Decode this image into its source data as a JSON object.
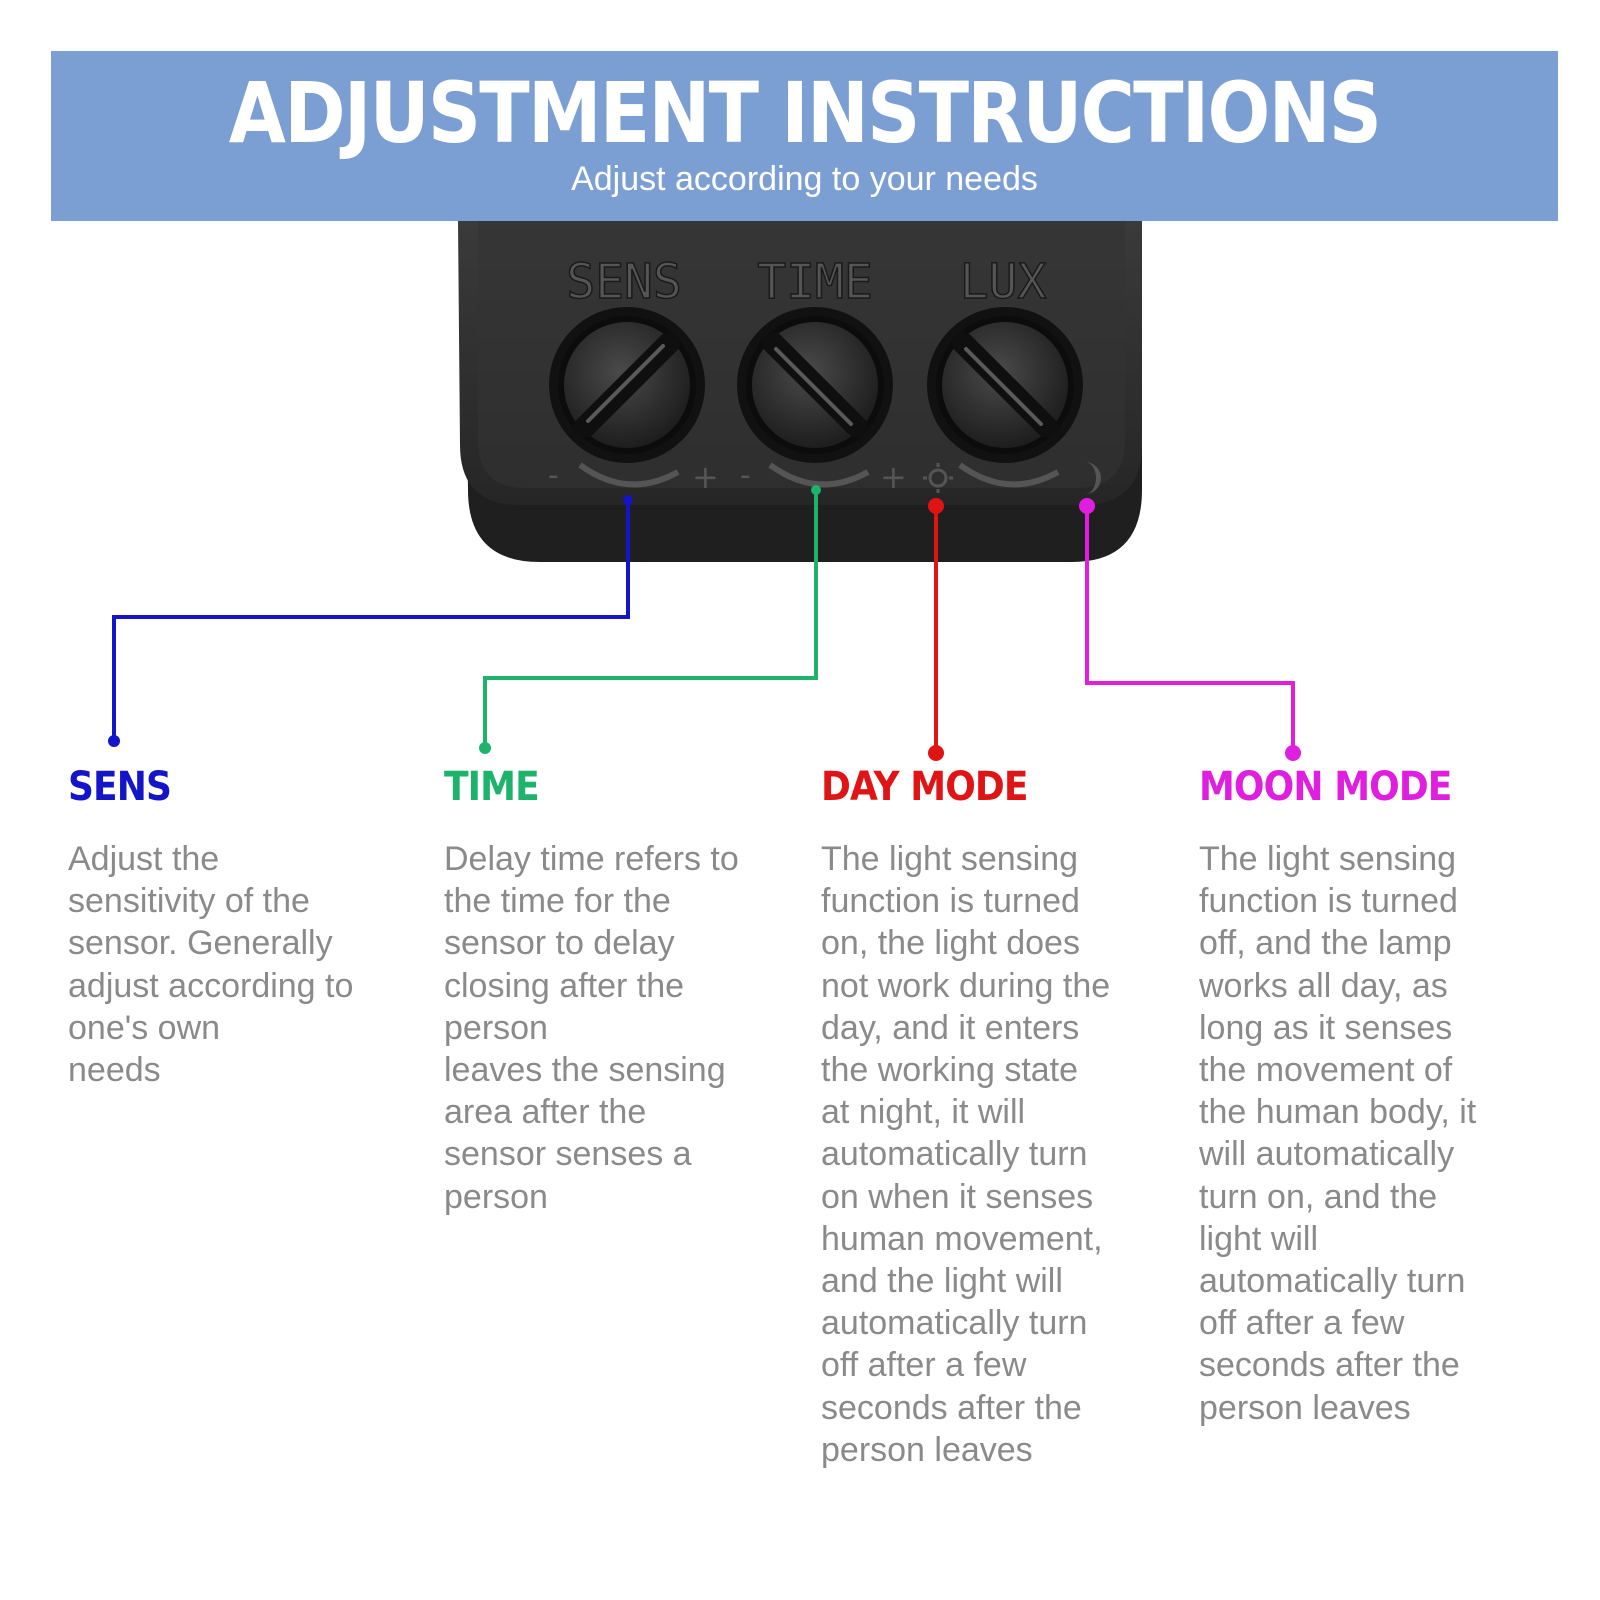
{
  "banner": {
    "title": "ADJUSTMENT INSTRUCTIONS",
    "subtitle": "Adjust according to your needs",
    "color": "#7c9fd3"
  },
  "device": {
    "labels": [
      "SENS",
      "TIME",
      "LUX"
    ],
    "markings": [
      "-",
      "+",
      "-",
      "+",
      "sun-icon",
      "moon-icon"
    ],
    "body_color": "#2a2a2a"
  },
  "sections": [
    {
      "heading": "SENS",
      "color": "#1414c8",
      "body": "Adjust the\nsensitivity of the\nsensor. Generally\nadjust according to\none's own\nneeds"
    },
    {
      "heading": "TIME",
      "color": "#1db36b",
      "body": "Delay time refers to\nthe time for the\nsensor to delay\nclosing after the\nperson\nleaves the sensing\narea after the\nsensor senses a\nperson"
    },
    {
      "heading": "DAY MODE",
      "color": "#e01414",
      "body": "The light sensing\nfunction is turned\non, the light does\nnot work during the\nday, and it enters\nthe working state\nat night, it will\nautomatically turn\non when it senses\nhuman movement,\nand the light will\nautomatically turn\noff after a few\nseconds after the\nperson leaves"
    },
    {
      "heading": "MOON MODE",
      "color": "#e01ee0",
      "body": "The light sensing\nfunction is turned\noff, and the lamp\nworks all day, as\nlong as it senses\nthe movement of\nthe human body, it\nwill automatically\nturn on, and the\nlight will\nautomatically turn\noff after a few\nseconds after the\nperson leaves"
    }
  ]
}
